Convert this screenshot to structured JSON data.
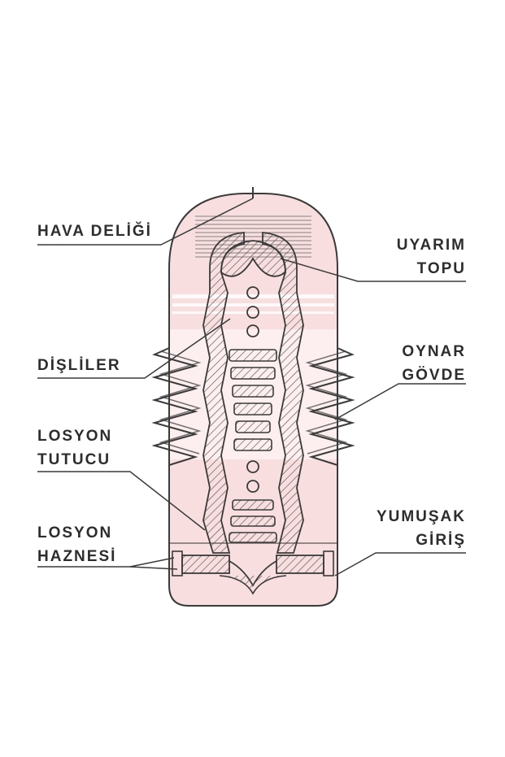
{
  "labels": {
    "hava_deligi": "HAVA DELİĞİ",
    "uyarim_topu": [
      "UYARIM",
      "TOPU"
    ],
    "dislier": "DİŞLİLER",
    "oynar_govde": [
      "OYNAR",
      "GÖVDE"
    ],
    "losyon_tutucu": [
      "LOSYON",
      "TUTUCU"
    ],
    "yumusak_giris": [
      "YUMUŞAK",
      "GİRİŞ"
    ],
    "losyon_haznesi": [
      "LOSYON",
      "HAZNESİ"
    ]
  },
  "colors": {
    "outline": "#3a3a3a",
    "pink": "#f4c7c7",
    "pink_light": "#fae2e2",
    "text": "#2d2d2d"
  }
}
